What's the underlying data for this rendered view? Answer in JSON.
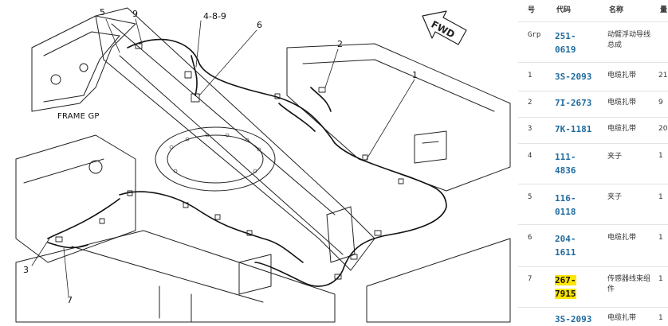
{
  "diagram": {
    "frame_label": "FRAME GP",
    "fwd_label": "FWD",
    "callouts": [
      {
        "id": "c5",
        "text": "5"
      },
      {
        "id": "c9",
        "text": "9"
      },
      {
        "id": "c489",
        "text": "4-8-9"
      },
      {
        "id": "c6",
        "text": "6"
      },
      {
        "id": "c2",
        "text": "2"
      },
      {
        "id": "c1",
        "text": "1"
      },
      {
        "id": "c3",
        "text": "3"
      },
      {
        "id": "c7",
        "text": "7"
      }
    ]
  },
  "table": {
    "headers": {
      "no": "号",
      "code": "代码",
      "name": "名称",
      "qty": "量"
    },
    "rows": [
      {
        "no": "Grp",
        "code_line1": "251-",
        "code_line2": "0619",
        "name": "动臂浮动导线总成",
        "qty": "",
        "highlight": false
      },
      {
        "no": "1",
        "code_line1": "3S-2093",
        "code_line2": "",
        "name": "电缆扎带",
        "qty": "21",
        "highlight": false
      },
      {
        "no": "2",
        "code_line1": "7I-2673",
        "code_line2": "",
        "name": "电缆扎带",
        "qty": "9",
        "highlight": false
      },
      {
        "no": "3",
        "code_line1": "7K-1181",
        "code_line2": "",
        "name": "电缆扎带",
        "qty": "20",
        "highlight": false
      },
      {
        "no": "4",
        "code_line1": "111-",
        "code_line2": "4836",
        "name": "夹子",
        "qty": "1",
        "highlight": false
      },
      {
        "no": "5",
        "code_line1": "116-",
        "code_line2": "0118",
        "name": "夹子",
        "qty": "1",
        "highlight": false
      },
      {
        "no": "6",
        "code_line1": "204-",
        "code_line2": "1611",
        "name": "电缆扎带",
        "qty": "1",
        "highlight": false
      },
      {
        "no": "7",
        "code_line1": "267-",
        "code_line2": "7915",
        "name": "传感器线束组件",
        "qty": "1",
        "highlight": true
      },
      {
        "no": "",
        "code_line1": "3S-2093",
        "code_line2": "",
        "name": "电缆扎带",
        "qty": "1",
        "highlight": false
      }
    ]
  }
}
